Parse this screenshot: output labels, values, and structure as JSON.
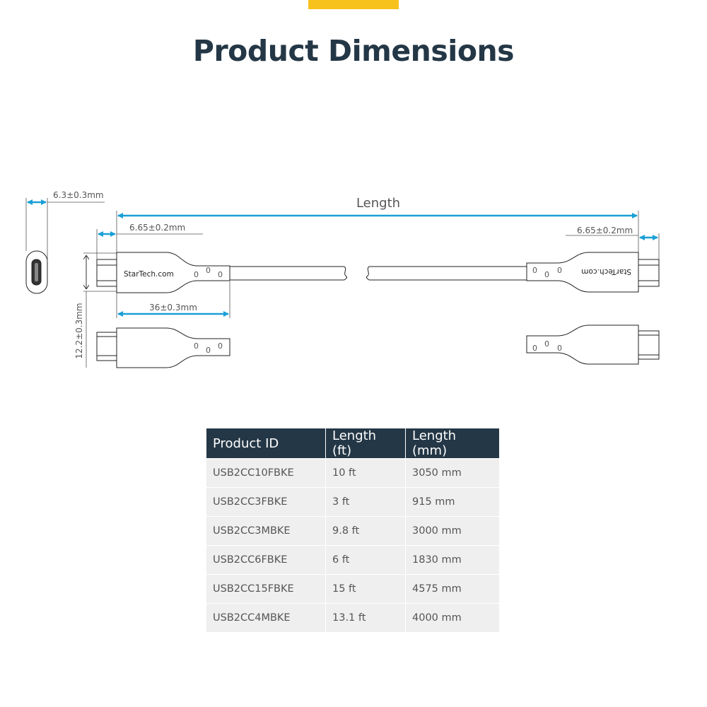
{
  "header": {
    "title": "Product Dimensions"
  },
  "diagram": {
    "length_label": "Length",
    "front_width": "6.3±0.3mm",
    "tip_left": "6.65±0.2mm",
    "tip_right": "6.65±0.2mm",
    "overmold_length": "36±0.3mm",
    "height": "12.2±0.3mm",
    "brand_left": "StarTech.com",
    "brand_right": "StarTech.com",
    "accent_color": "#1a9fd6"
  },
  "table": {
    "headers": [
      "Product ID",
      "Length (ft)",
      "Length (mm)"
    ],
    "rows": [
      [
        "USB2CC10FBKE",
        "10 ft",
        "3050 mm"
      ],
      [
        "USB2CC3FBKE",
        "3 ft",
        "915 mm"
      ],
      [
        "USB2CC3MBKE",
        "9.8 ft",
        "3000 mm"
      ],
      [
        "USB2CC6FBKE",
        "6 ft",
        "1830 mm"
      ],
      [
        "USB2CC15FBKE",
        "15 ft",
        "4575 mm"
      ],
      [
        "USB2CC4MBKE",
        "13.1 ft",
        "4000 mm"
      ]
    ]
  }
}
